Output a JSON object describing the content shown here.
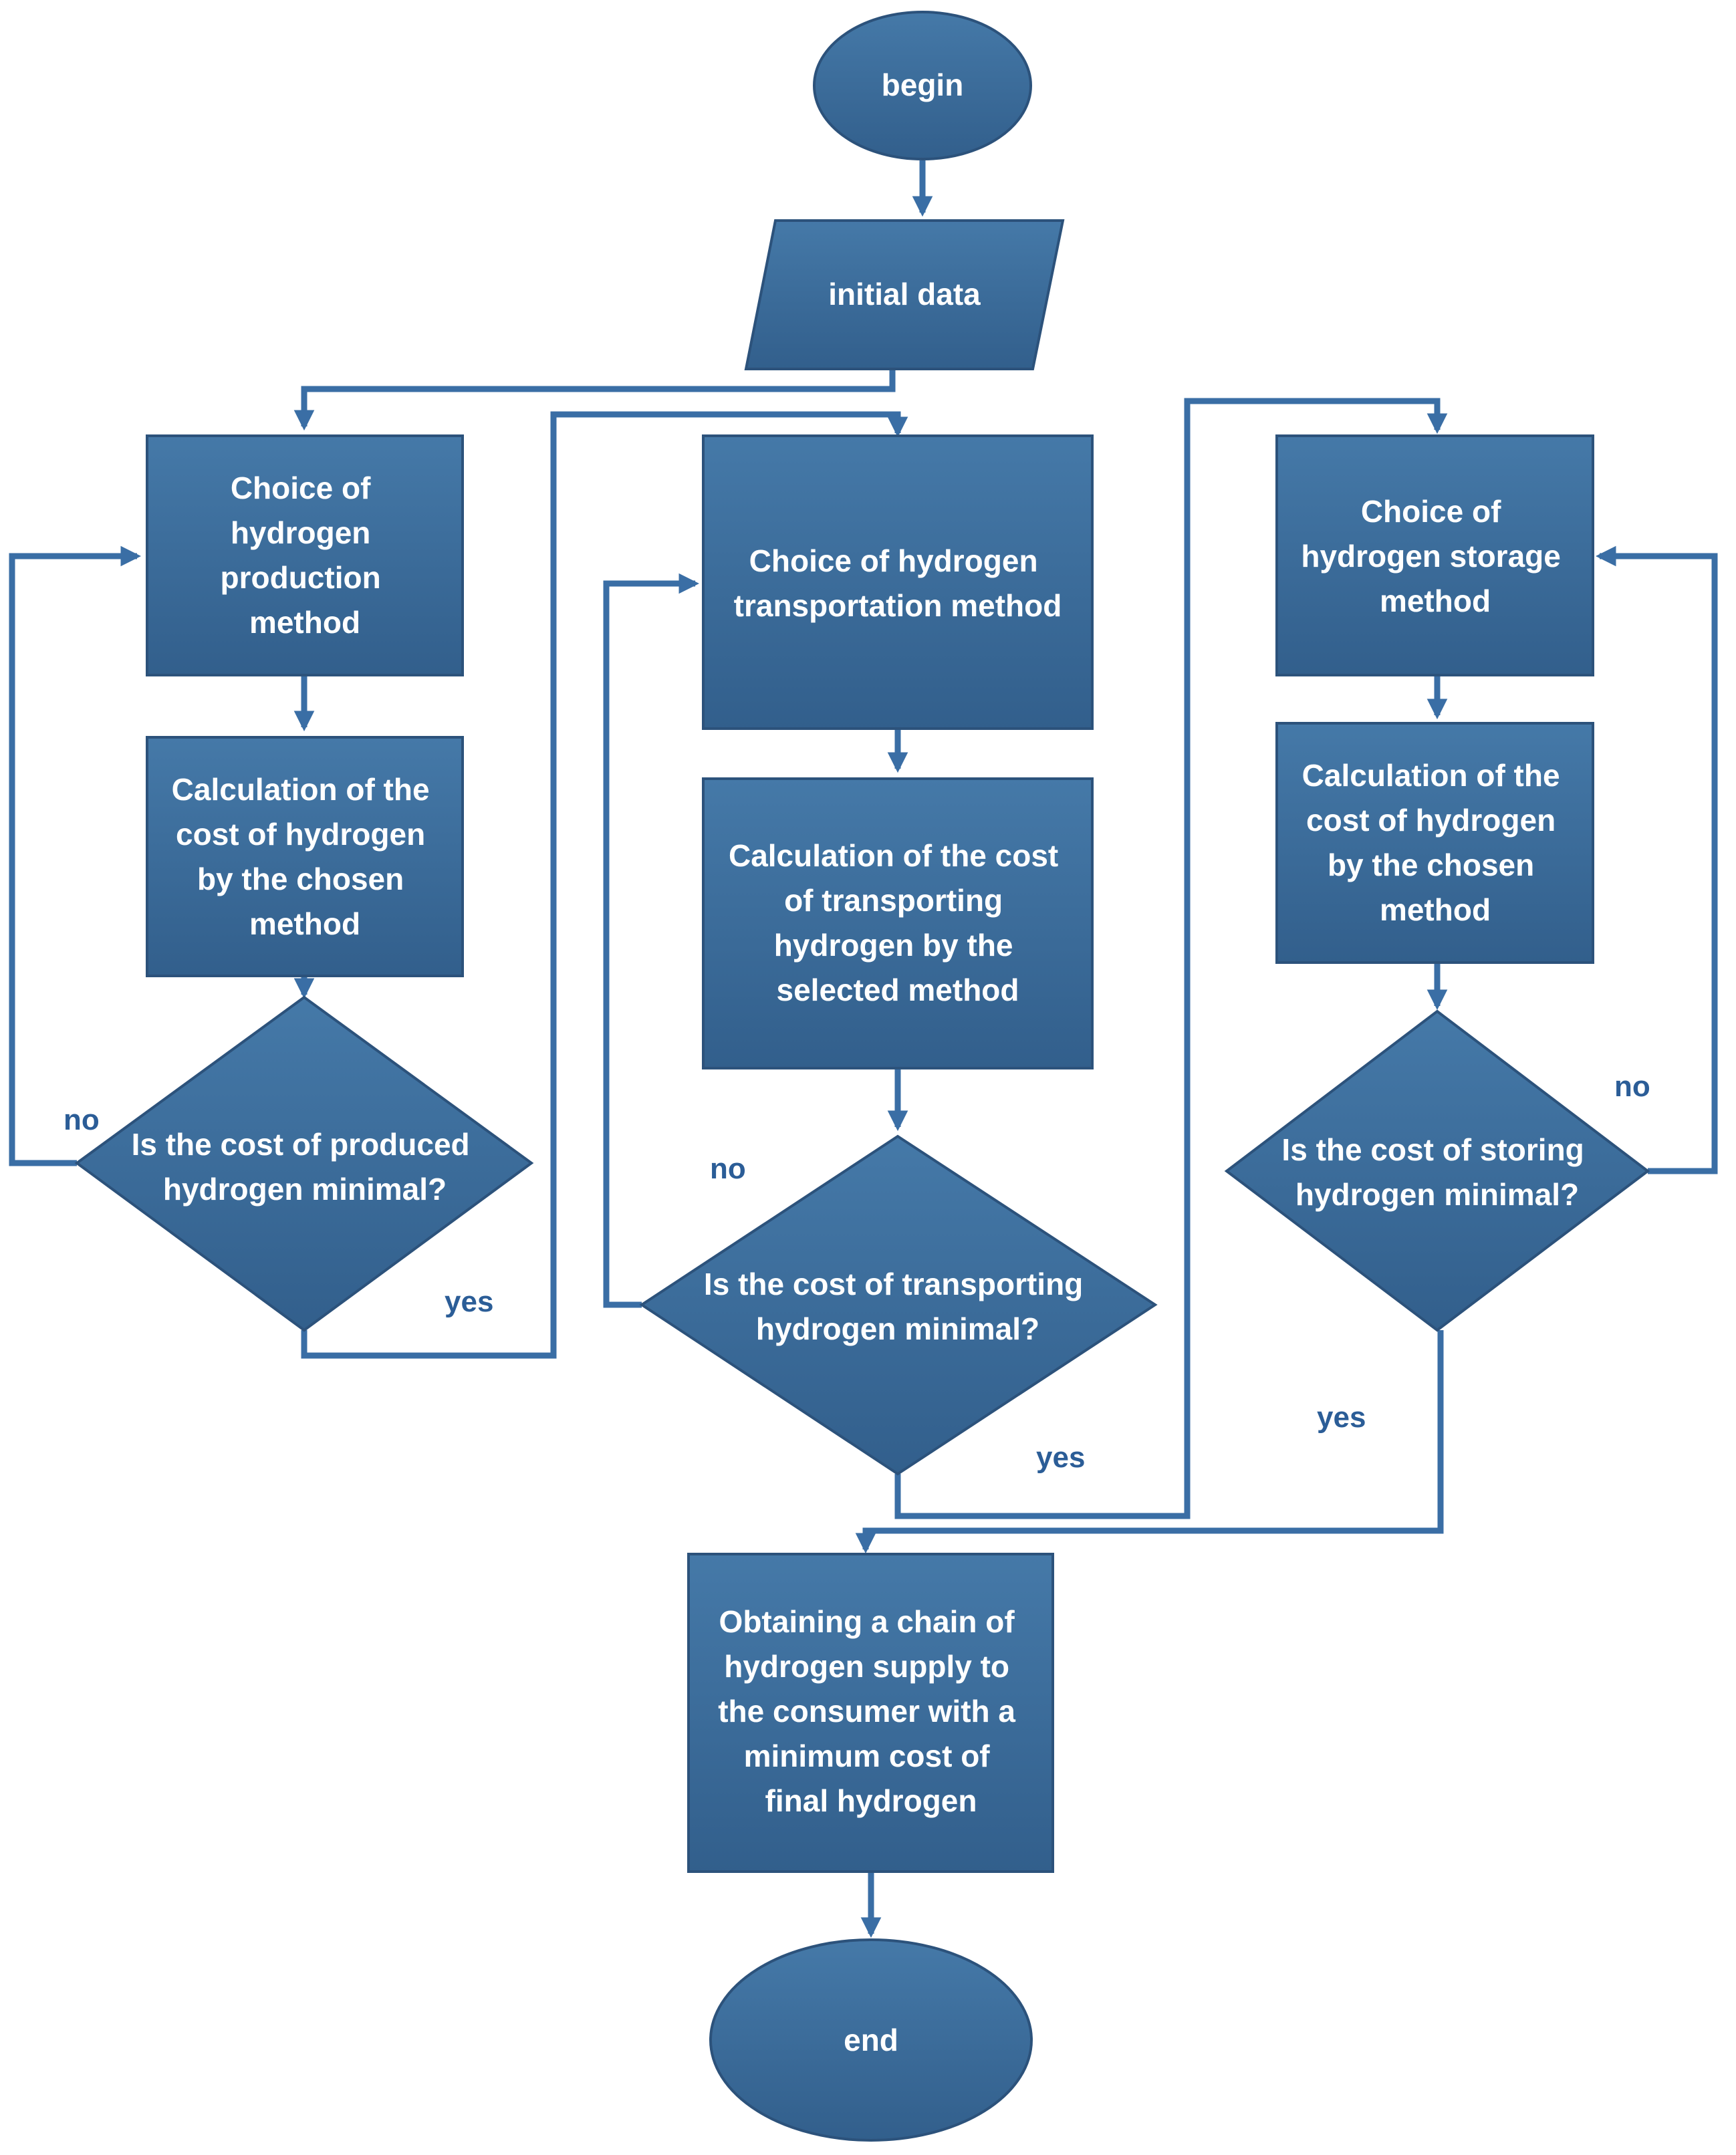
{
  "colors": {
    "node_fill": "#3a6896",
    "node_stroke": "#2c527b",
    "connector": "#3a6ea5",
    "node_text": "#ffffff",
    "branch_label": "#2b5d97"
  },
  "nodes": {
    "begin": "begin",
    "initial_data": "initial data",
    "production_choice": [
      "Choice of",
      "hydrogen",
      "production",
      "method"
    ],
    "production_cost": [
      "Calculation of the",
      "cost of hydrogen",
      "by the chosen",
      "method"
    ],
    "production_check": [
      "Is the cost of produced",
      "hydrogen minimal?"
    ],
    "transport_choice": [
      "Choice of hydrogen",
      "transportation method"
    ],
    "transport_cost": [
      "Calculation of the cost",
      "of transporting",
      "hydrogen by the",
      "selected method"
    ],
    "transport_check": [
      "Is the cost of transporting",
      "hydrogen minimal?"
    ],
    "storage_choice": [
      "Choice of",
      "hydrogen storage",
      "method"
    ],
    "storage_cost": [
      "Calculation of the",
      "cost of hydrogen",
      "by the chosen",
      "method"
    ],
    "storage_check": [
      "Is the cost of storing",
      "hydrogen minimal?"
    ],
    "result": [
      "Obtaining a chain of",
      "hydrogen supply to",
      "the consumer with a",
      "minimum cost of",
      "final hydrogen"
    ],
    "end": "end"
  },
  "branches": {
    "production_no": "no",
    "production_yes": "yes",
    "transport_no": "no",
    "transport_yes": "yes",
    "storage_no": "no",
    "storage_yes": "yes"
  }
}
